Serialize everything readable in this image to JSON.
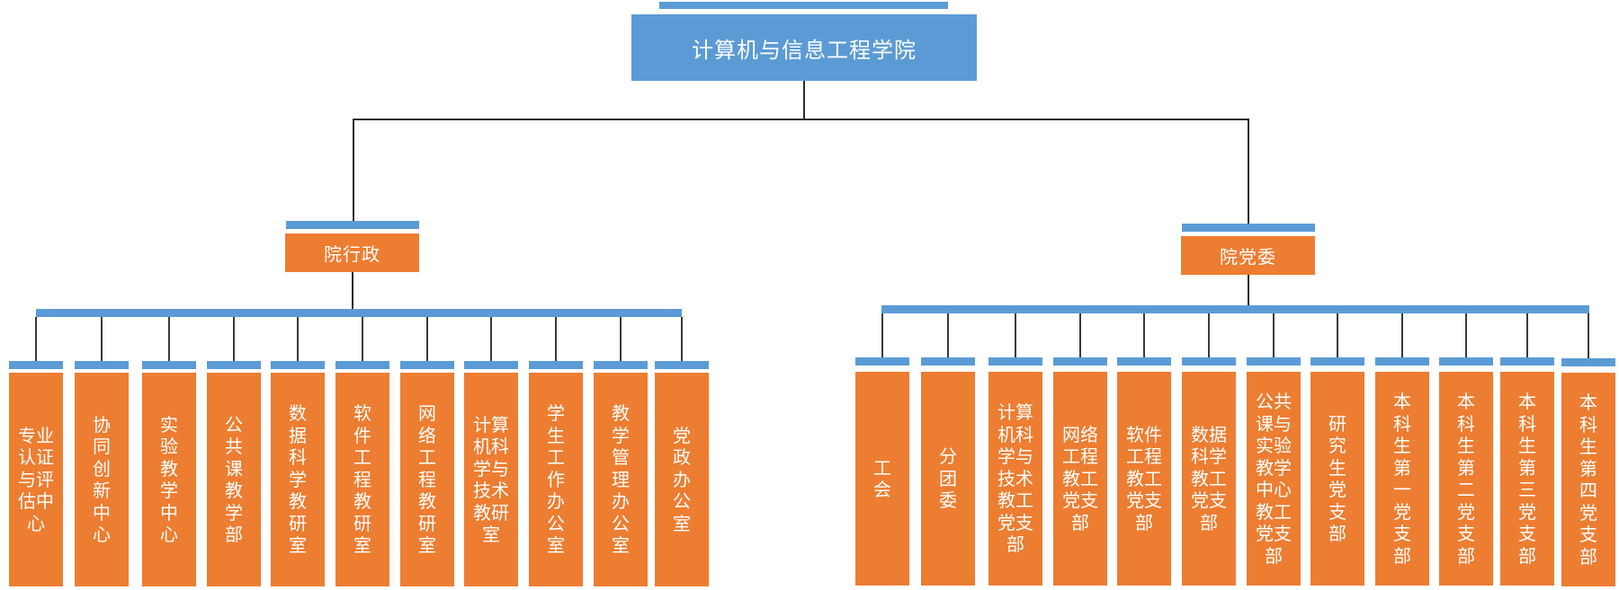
{
  "colors": {
    "blue": "#5b9bd5",
    "orange": "#ed7d31",
    "line": "#2b2b2b"
  },
  "root": {
    "label": "计算机与信息工程学院"
  },
  "branches": [
    {
      "label": "院行政",
      "children": [
        "专业认证与评估中心",
        "协同创新中心",
        "实验教学中心",
        "公共课教学部",
        "数据科学教研室",
        "软件工程教研室",
        "网络工程教研室",
        "计算机科学与技术教研室",
        "学生工作办公室",
        "教学管理办公室",
        "党政办公室"
      ]
    },
    {
      "label": "院党委",
      "children": [
        "工会",
        "分团委",
        "计算机科学与技术教工党支部",
        "网络工程教工党支部",
        "软件工程教工党支部",
        "数据科学教工党支部",
        "公共课与实验教学中心教工党支部",
        "研究生党支部",
        "本科生第一党支部",
        "本科生第二党支部",
        "本科生第三党支部",
        "本科生第四党支部"
      ]
    }
  ]
}
